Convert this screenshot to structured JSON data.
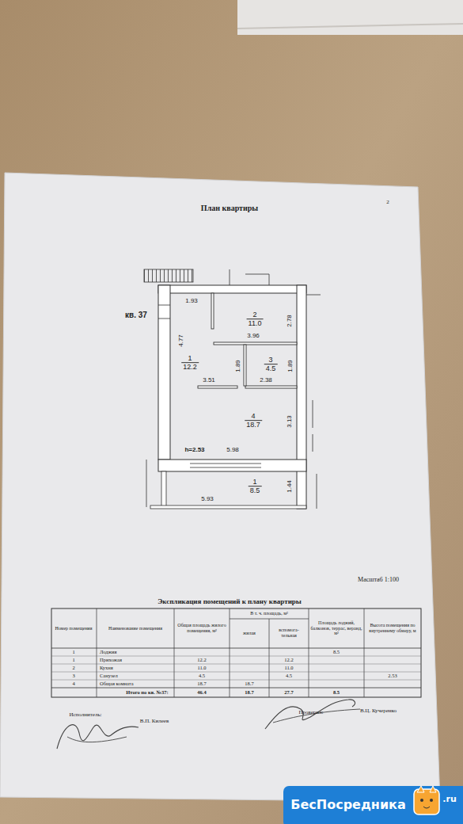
{
  "diagram": {
    "title": "План квартиры",
    "nodes": [
      {
        "text": [
          "2",
          "11.0"
        ]
      },
      {
        "text": [
          "1",
          "12.2"
        ]
      },
      {
        "text": [
          "3",
          "4.5"
        ]
      },
      {
        "text": [
          "4",
          "18.7"
        ]
      },
      {
        "text": [
          "1",
          "8.5"
        ]
      }
    ],
    "labels": [
      "2",
      "кв. 37",
      "1.93",
      "4.77",
      "2.78",
      "3.96",
      "1.89",
      "1.89",
      "3.51",
      "2.38",
      "3.13",
      "h=2.53",
      "5.98",
      "1.44",
      "5.93",
      "Масштаб 1:100",
      "Экспликация помещений к плану квартиры",
      "Номер помещения",
      "Наименование помещения",
      "Общая площадь жилого помещения, м²",
      "В т. ч. площадь, м²",
      "жилая",
      "вспомога- тельная",
      "Площадь лоджий, балконов, террас, веранд, м²",
      "Высота помещения по внутреннему обмеру, м",
      "1",
      "Лоджия",
      "8.5",
      "1",
      "Прихожая",
      "12.2",
      "12.2",
      "2",
      "Кухня",
      "11.0",
      "11.0",
      "3",
      "Санузел",
      "4.5",
      "4.5",
      "2.53",
      "4",
      "Общая комната",
      "18.7",
      "18.7",
      "Итого по кв. №37:",
      "46.4",
      "18.7",
      "27.7",
      "8.5",
      "Исполнитель:",
      "В.П. Килеев",
      "Проверил:",
      "В.Ц. Кучеренко",
      "БесПосредника",
      ".ru"
    ]
  }
}
